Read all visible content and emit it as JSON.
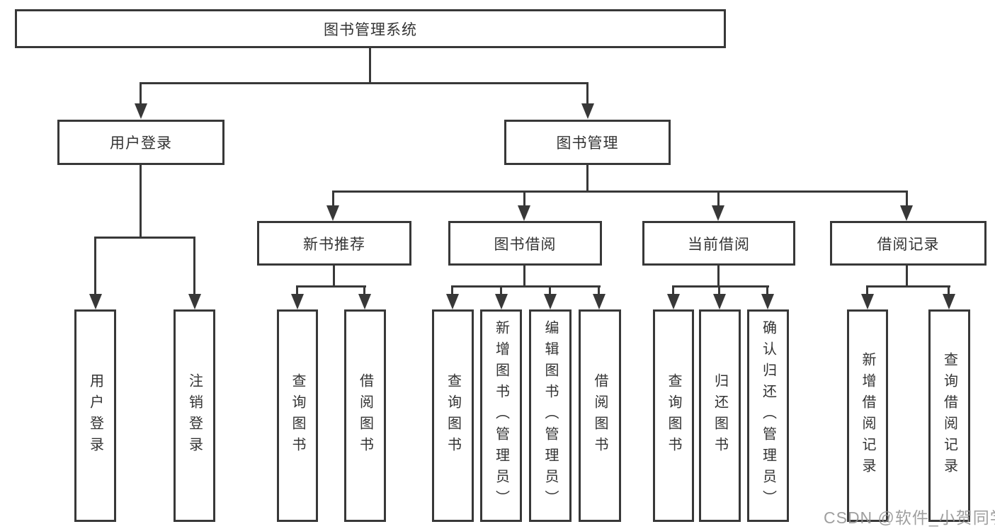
{
  "diagram": {
    "root": {
      "label": "图书管理系统"
    },
    "branches": [
      {
        "label": "用户登录",
        "children": [
          {
            "label": "用户登录"
          },
          {
            "label": "注销登录"
          }
        ]
      },
      {
        "label": "图书管理",
        "children": [
          {
            "label": "新书推荐",
            "children": [
              {
                "label": "查询图书"
              },
              {
                "label": "借阅图书"
              }
            ]
          },
          {
            "label": "图书借阅",
            "children": [
              {
                "label": "查询图书"
              },
              {
                "label": "新增图书（管理员）"
              },
              {
                "label": "编辑图书（管理员）"
              },
              {
                "label": "借阅图书"
              }
            ]
          },
          {
            "label": "当前借阅",
            "children": [
              {
                "label": "查询图书"
              },
              {
                "label": "归还图书"
              },
              {
                "label": "确认归还（管理员）"
              }
            ]
          },
          {
            "label": "借阅记录",
            "children": [
              {
                "label": "新增借阅记录"
              },
              {
                "label": "查询借阅记录"
              }
            ]
          }
        ]
      }
    ]
  },
  "watermark": {
    "text": "CSDN @软件_小贺同学"
  },
  "colors": {
    "line": "#383838",
    "text": "#333333",
    "watermark": "#8f8f8f",
    "background": "#ffffff"
  }
}
